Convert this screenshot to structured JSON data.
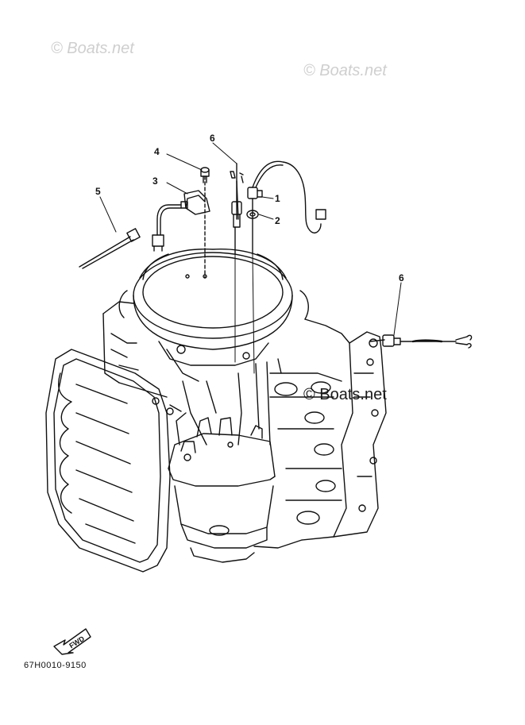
{
  "watermarks": [
    "© Boats.net",
    "© Boats.net",
    "© Boats.net"
  ],
  "callouts": [
    "1",
    "2",
    "3",
    "4",
    "5",
    "6",
    "6"
  ],
  "fwd_label": "FWD",
  "drawing_code": "67H0010-9150"
}
